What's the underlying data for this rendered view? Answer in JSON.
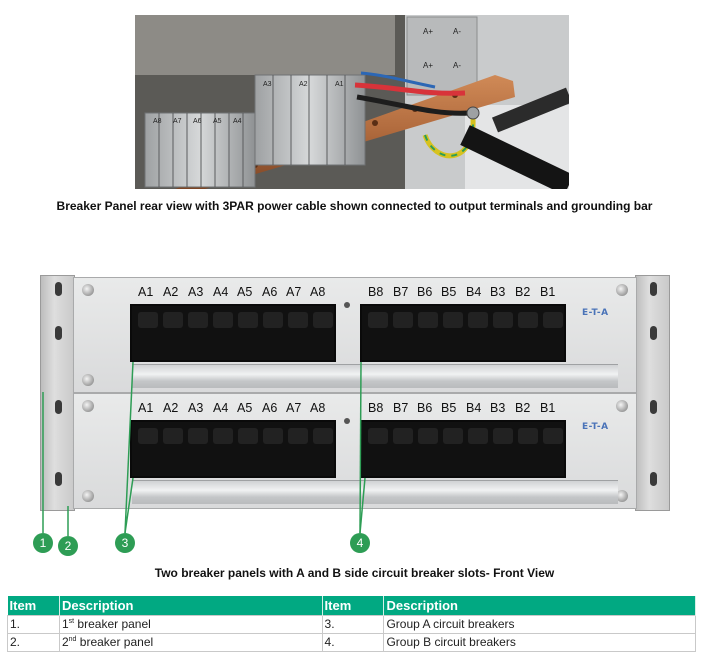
{
  "top_photo": {
    "terminal_labels_left": [
      "A8",
      "A7",
      "A6",
      "A5",
      "A4"
    ],
    "terminal_labels_right": [
      "A3",
      "A2",
      "A1"
    ],
    "dc_labels": [
      "A+",
      "A-",
      "A+",
      "A-"
    ],
    "caption": "Breaker Panel rear view with 3PAR power cable shown connected to output terminals and grounding bar"
  },
  "panels": {
    "group_a_slots": [
      "A1",
      "A2",
      "A3",
      "A4",
      "A5",
      "A6",
      "A7",
      "A8"
    ],
    "group_b_slots": [
      "B8",
      "B7",
      "B6",
      "B5",
      "B4",
      "B3",
      "B2",
      "B1"
    ],
    "brand_text": "E-T-A",
    "callouts": [
      "1",
      "2",
      "3",
      "4"
    ],
    "caption": "Two breaker panels with A and B side circuit breaker slots- Front View"
  },
  "table": {
    "headers": [
      "Item",
      "Description",
      "Item",
      "Description"
    ],
    "rows": [
      {
        "item1": "1.",
        "desc1_pre": "1",
        "desc1_sup": "st",
        "desc1_post": " breaker panel",
        "item2": "3.",
        "desc2": "Group A circuit breakers"
      },
      {
        "item1": "2.",
        "desc1_pre": "2",
        "desc1_sup": "nd",
        "desc1_post": " breaker panel",
        "item2": "4.",
        "desc2": "Group B circuit breakers"
      }
    ]
  },
  "colors": {
    "accent_green": "#01a982",
    "callout_green": "#2e9d55",
    "copper": "#b06a3d"
  }
}
